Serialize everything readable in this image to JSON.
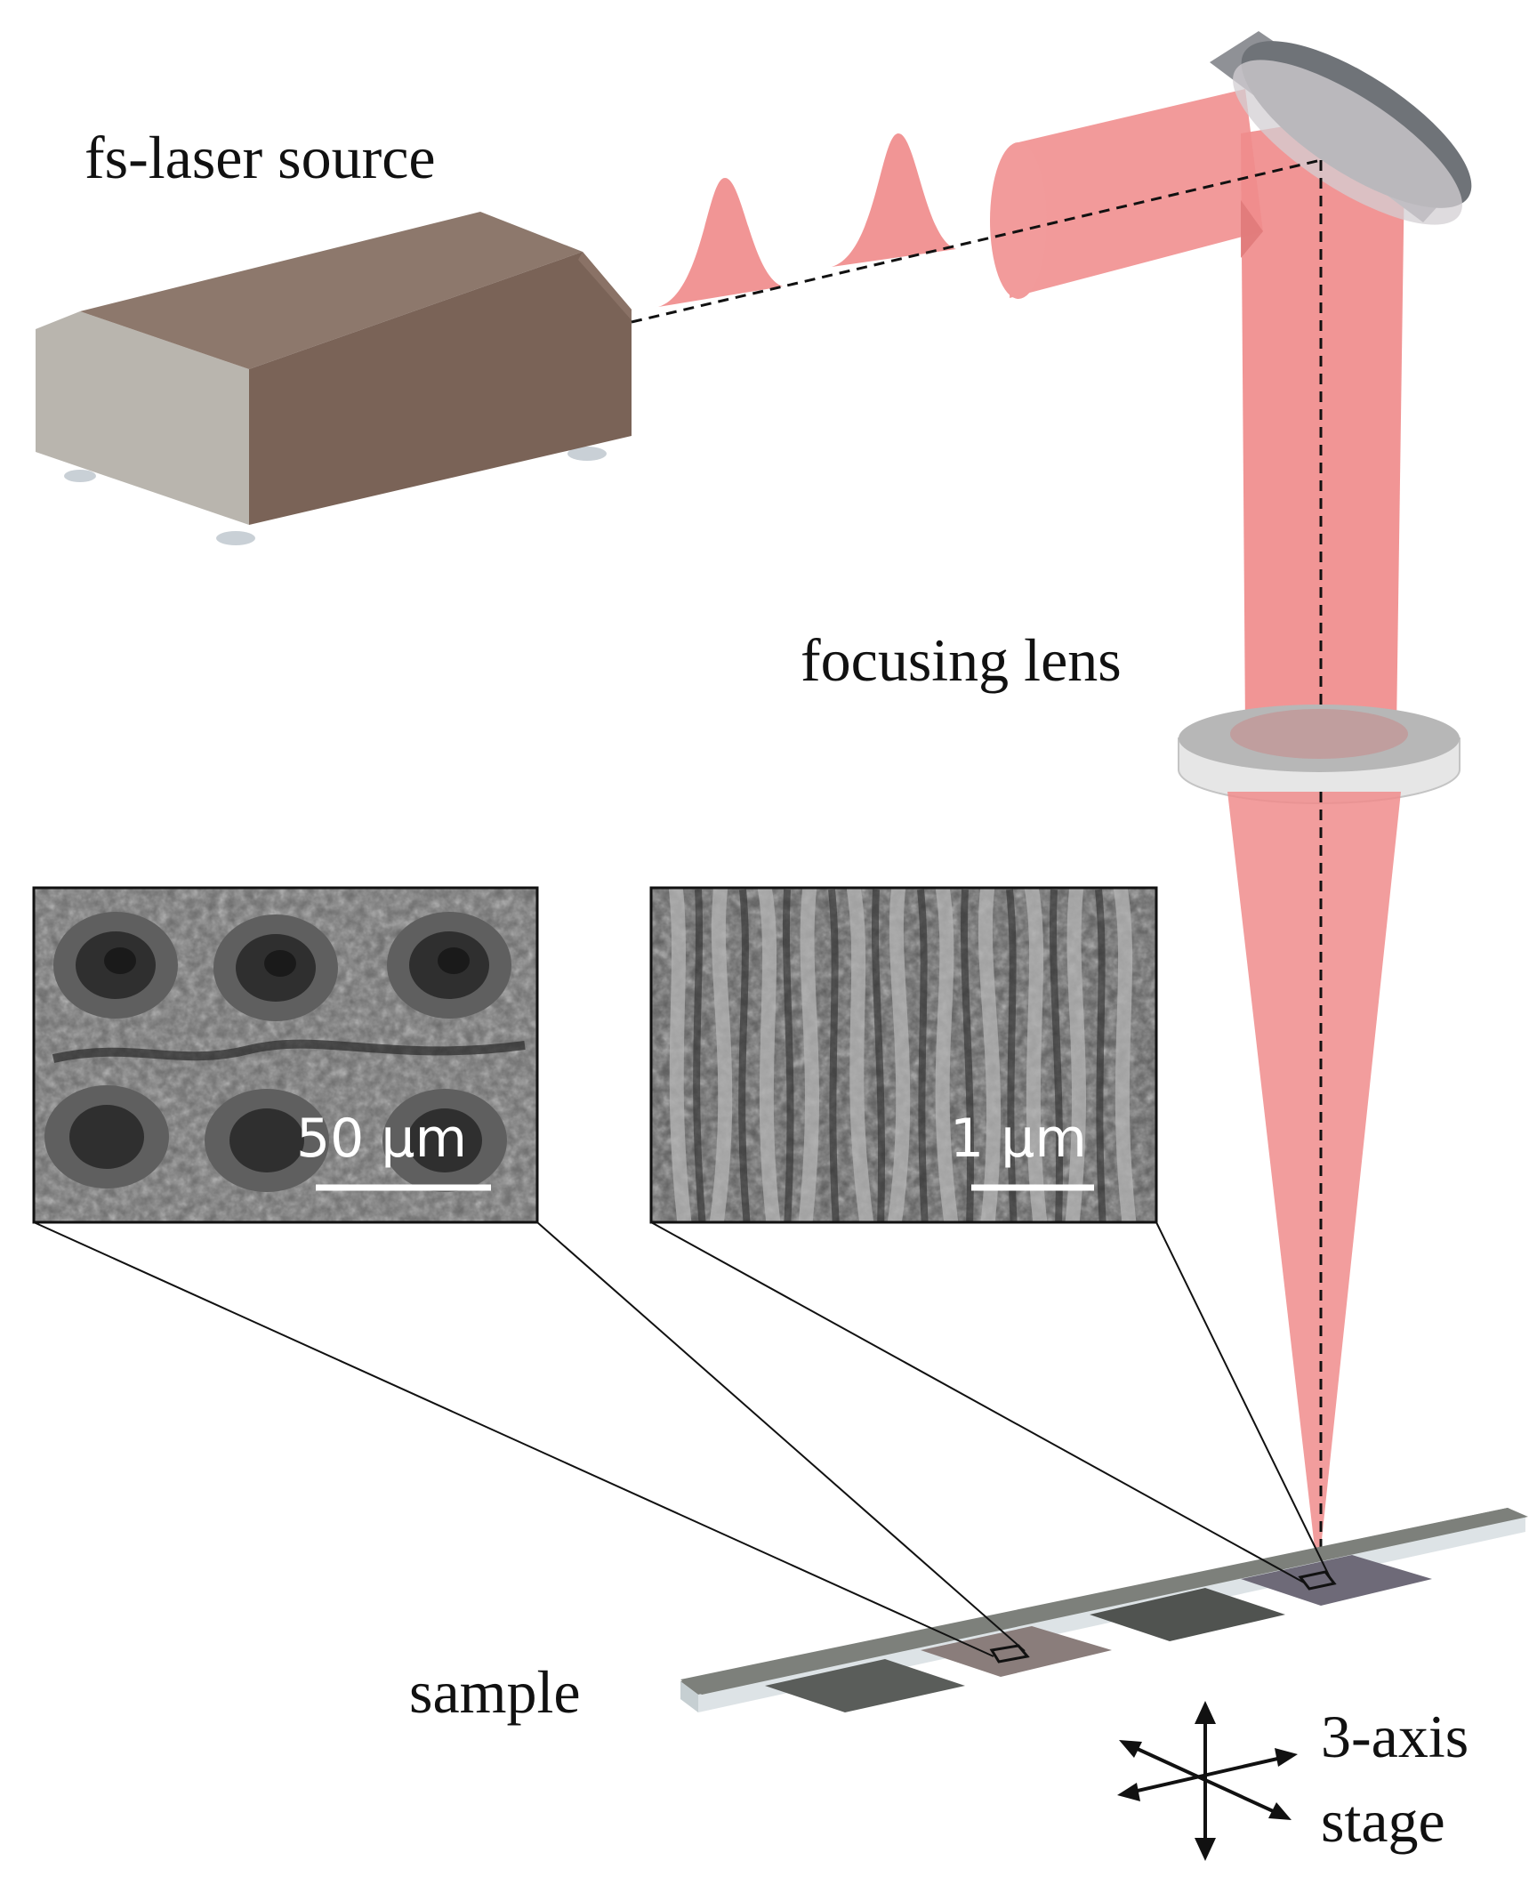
{
  "labels": {
    "laser_source": "fs-laser source",
    "focusing_lens": "focusing lens",
    "sample": "sample",
    "stage_line1": "3-axis",
    "stage_line2": "stage"
  },
  "sem_left": {
    "scale_bar": "50 µm"
  },
  "sem_right": {
    "scale_bar": "1 µm"
  },
  "colors": {
    "beam": "#f08c8c",
    "laser_box_front": "#7a6357",
    "laser_box_top": "#8d786c",
    "laser_box_end": "#b9b5ae",
    "sample_plate": "#7d807b",
    "sem_background": "#6a6a6a",
    "text": "#111111"
  },
  "icons": [
    "gaussian-pulse-icon",
    "mirror-icon",
    "lens-icon",
    "three-axis-arrows-icon"
  ]
}
